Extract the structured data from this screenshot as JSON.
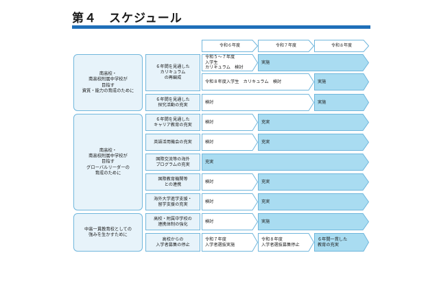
{
  "title": "第４　スケジュール",
  "years": [
    "令和６年度",
    "令和７年度",
    "令和８年度"
  ],
  "groups": [
    "南高校・\n南高校附属中学校が\n目指す\n資質・能力の育成のために",
    "南高校・\n南高校附属中学校が\n目指す\nグローバルリーダーの\n育成のために",
    "中高一貫教育校としての\n強みを生かすために"
  ],
  "items": [
    "６年間を見通した\nカリキュラム\nの再編成",
    "６年間を見通した\n探究活動の充実",
    "６年間を見通した\nキャリア教育の充実",
    "英語活用機会の充実",
    "国際交流等の海外\nプログラムの充実",
    "国際教育機関等\nとの連携",
    "海外大学進学支援・\n留学支援の充実",
    "高校・附属中学校の\n連携体制の強化",
    "高校からの\n入学者募集の停止"
  ],
  "bars": {
    "r1a": "令和５～７年度\n入学生\nカリキュラム　検討",
    "r1b": "実施",
    "r2a": "令和８年度入学生　カリキュラム　検討",
    "r2b": "実施",
    "r3a": "検討",
    "r3b": "実施",
    "r4a": "検討",
    "r4b": "充実",
    "r5a": "検討",
    "r5b": "充実",
    "r6a": "充実",
    "r7a": "検討",
    "r7b": "充実",
    "r8a": "検討",
    "r8b": "充実",
    "r9a": "検討",
    "r9b": "実施",
    "r10a": "令和７年度\n入学者選抜実施",
    "r10b": "令和８年度\n入学者選抜募集停止",
    "r10c": "６年間一貫した\n教育の充実"
  },
  "colors": {
    "accent": "#1f6fb9",
    "fill": "#a9dcf1",
    "border": "#6fb6dc",
    "box": "#e7f3fa"
  }
}
